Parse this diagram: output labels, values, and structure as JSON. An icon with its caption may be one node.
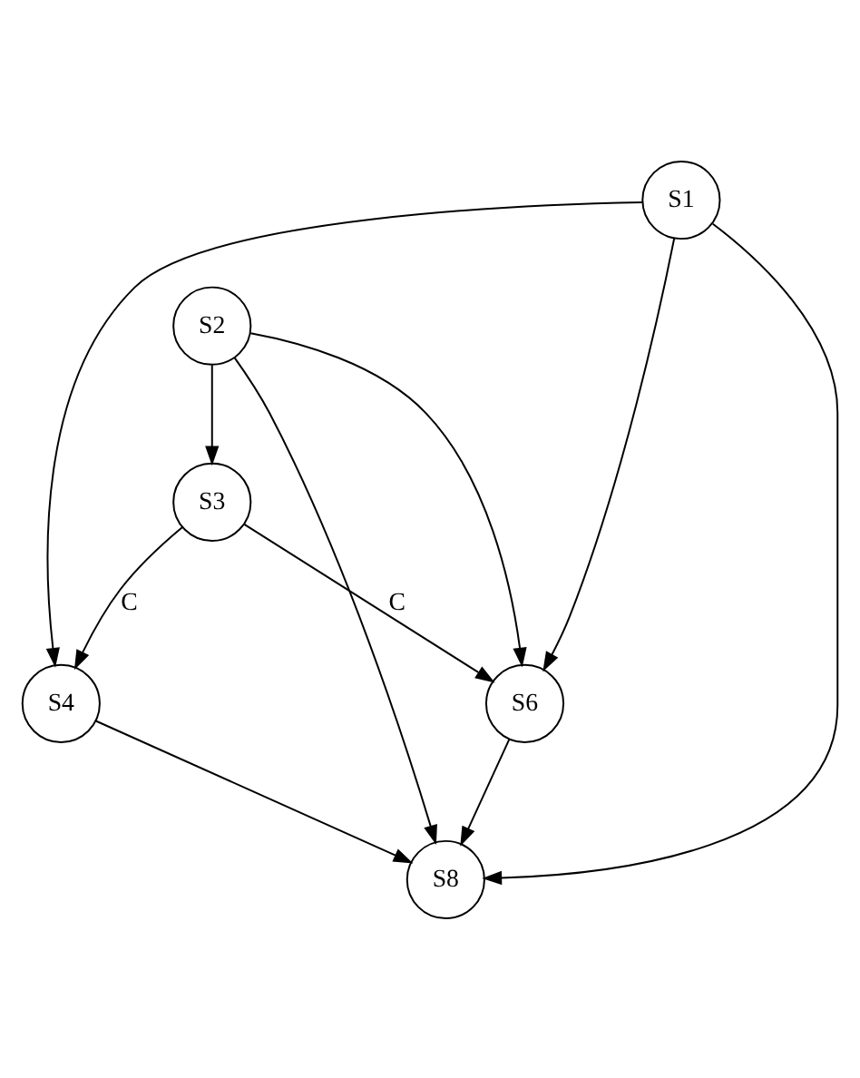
{
  "diagram": {
    "nodes": [
      {
        "text": [
          "S1"
        ]
      },
      {
        "text": [
          "S2"
        ]
      },
      {
        "text": [
          "S3"
        ]
      },
      {
        "text": [
          "S4"
        ]
      },
      {
        "text": [
          "S6"
        ]
      },
      {
        "text": [
          "S8"
        ]
      }
    ],
    "edges": [
      {
        "from": 0,
        "to": 3,
        "arrow": "to"
      },
      {
        "from": 0,
        "to": 4,
        "arrow": "to"
      },
      {
        "from": 0,
        "to": 5,
        "arrow": "to"
      },
      {
        "from": 1,
        "to": 5,
        "arrow": "to"
      },
      {
        "from": 1,
        "to": 2,
        "arrow": "to"
      },
      {
        "from": 1,
        "to": 4,
        "arrow": "to"
      },
      {
        "from": 2,
        "to": 3,
        "label": "C",
        "arrow": "to"
      },
      {
        "from": 2,
        "to": 4,
        "label": "C",
        "arrow": "to"
      },
      {
        "from": 3,
        "to": 5,
        "arrow": "to"
      },
      {
        "from": 4,
        "to": 5,
        "arrow": "to"
      }
    ]
  }
}
